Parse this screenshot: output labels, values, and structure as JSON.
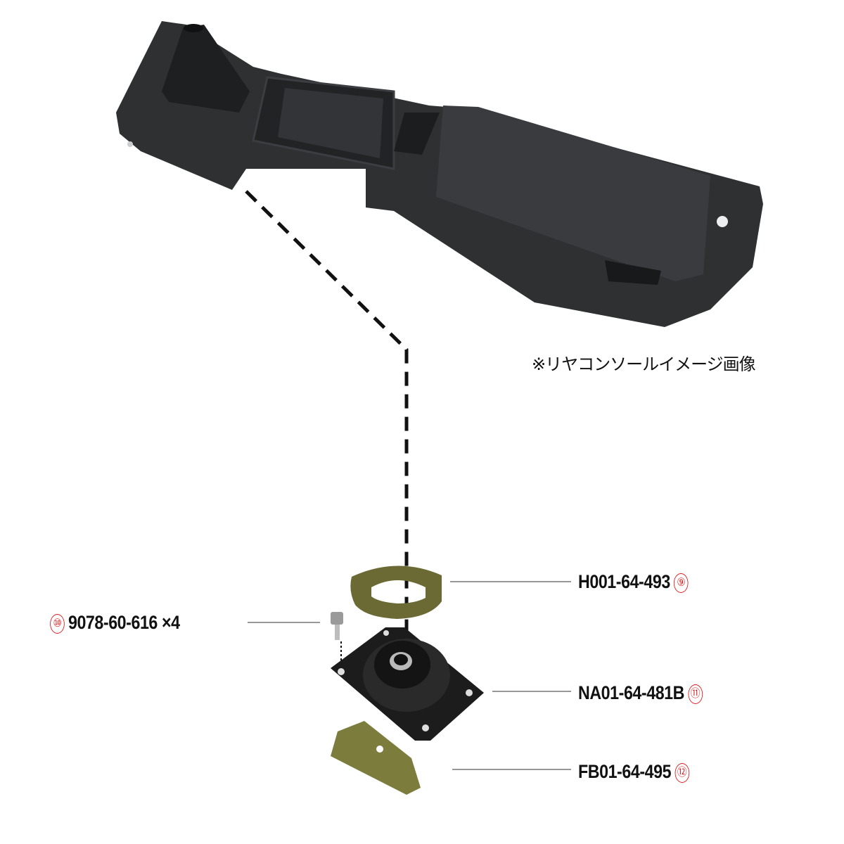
{
  "caption": "※リヤコンソールイメージ画像",
  "parts": [
    {
      "number": "⑨",
      "part_no": "H001-64-493"
    },
    {
      "number": "⑩",
      "part_no": "9078-60-616 ×4"
    },
    {
      "number": "⑪",
      "part_no": "NA01-64-481B"
    },
    {
      "number": "⑫",
      "part_no": "FB01-64-495"
    }
  ],
  "colors": {
    "number_circle": "#e0191b",
    "console": "#2b2c2e",
    "felt": "#6b6a35"
  }
}
